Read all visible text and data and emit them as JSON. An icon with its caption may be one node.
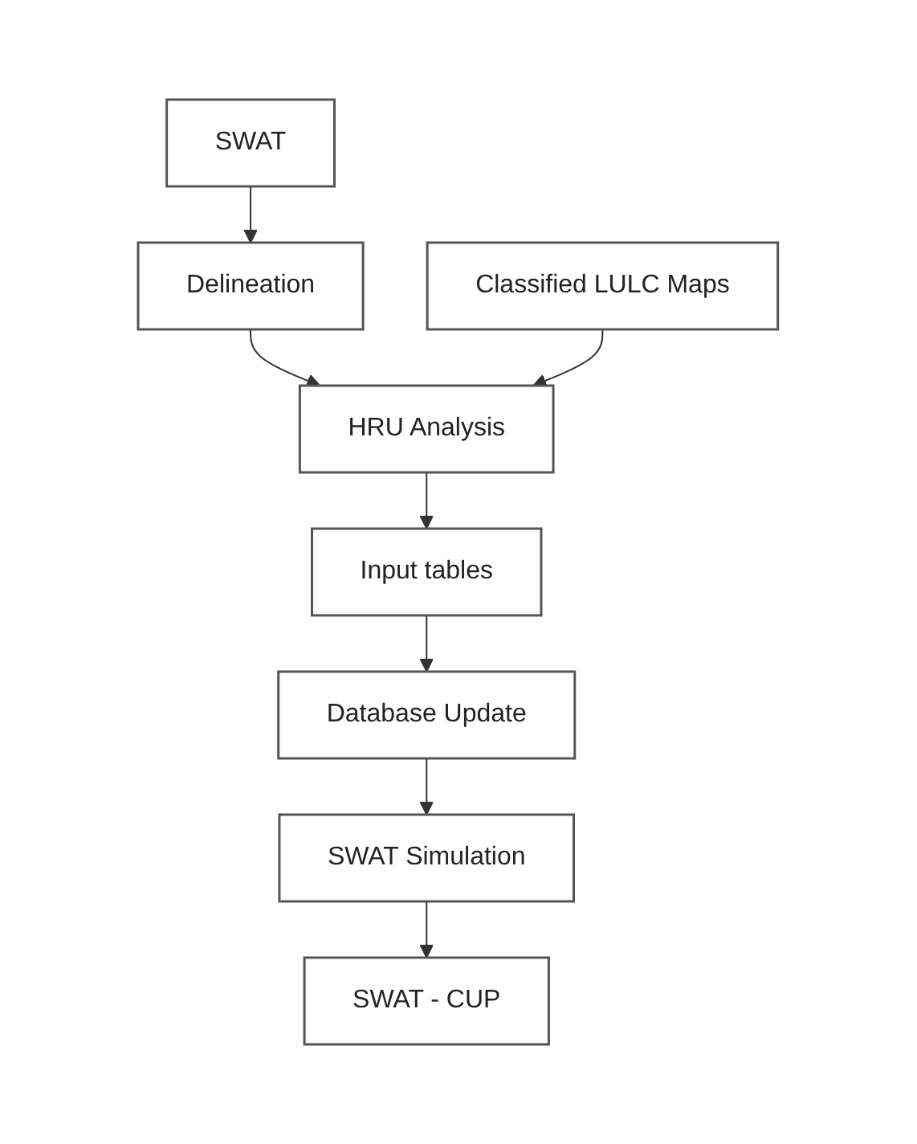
{
  "diagram": {
    "nodes": [
      {
        "text": [
          "SWAT"
        ]
      },
      {
        "text": [
          "Delineation"
        ]
      },
      {
        "text": [
          "Classified LULC Maps"
        ]
      },
      {
        "text": [
          "HRU Analysis"
        ]
      },
      {
        "text": [
          "Input tables"
        ]
      },
      {
        "text": [
          "Database Update"
        ]
      },
      {
        "text": [
          "SWAT Simulation"
        ]
      },
      {
        "text": [
          "SWAT - CUP"
        ]
      }
    ],
    "edges": [
      {
        "from": 0,
        "to": 1,
        "arrow": "to"
      },
      {
        "from": 1,
        "to": 3,
        "arrow": "to"
      },
      {
        "from": 2,
        "to": 3,
        "arrow": "to"
      },
      {
        "from": 3,
        "to": 4,
        "arrow": "to"
      },
      {
        "from": 4,
        "to": 5,
        "arrow": "to"
      },
      {
        "from": 5,
        "to": 6,
        "arrow": "to"
      },
      {
        "from": 6,
        "to": 7,
        "arrow": "to"
      }
    ]
  }
}
